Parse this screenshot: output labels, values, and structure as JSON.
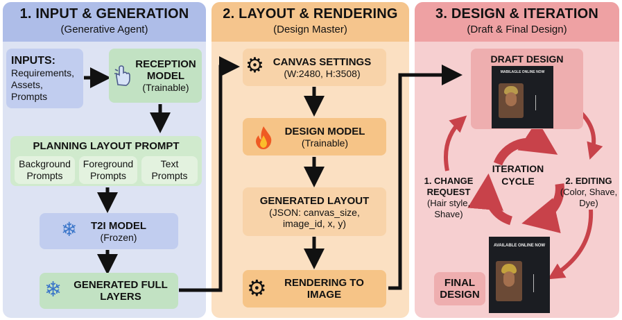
{
  "colors": {
    "panel1_bg": "#dde3f3",
    "panel1_header": "#aebde8",
    "panel2_bg": "#fbe0c2",
    "panel2_header": "#f5c58d",
    "panel3_bg": "#f6cfd0",
    "panel3_header": "#eea1a3",
    "cycle_arrow": "#c8424a"
  },
  "panel1": {
    "title": "1. INPUT & GENERATION",
    "subtitle": "(Generative Agent)",
    "inputs": {
      "title": "INPUTS:",
      "line1": "Requirements,",
      "line2": "Assets,",
      "line3": "Prompts"
    },
    "reception": {
      "title1": "RECEPTION",
      "title2": "MODEL",
      "note": "(Trainable)",
      "icon": "hand-pointer-icon"
    },
    "planning": {
      "title": "PLANNING LAYOUT PROMPT",
      "items": [
        {
          "line1": "Background",
          "line2": "Prompts"
        },
        {
          "line1": "Foreground",
          "line2": "Prompts"
        },
        {
          "line1": "Text",
          "line2": "Prompts"
        }
      ]
    },
    "t2i": {
      "title": "T2I MODEL",
      "note": "(Frozen)",
      "icon": "snowflake-icon"
    },
    "generated": {
      "line1": "GENERATED FULL",
      "line2": "LAYERS",
      "icon": "snowflake-icon"
    }
  },
  "panel2": {
    "title": "2. LAYOUT & RENDERING",
    "subtitle": "(Design Master)",
    "canvas": {
      "title": "CANVAS SETTINGS",
      "note": "(W:2480, H:3508)",
      "icon": "gear-icon"
    },
    "design_model": {
      "title": "DESIGN MODEL",
      "note": "(Trainable)",
      "icon": "fire-icon"
    },
    "layout": {
      "title": "GENERATED LAYOUT",
      "line1": "(JSON: canvas_size,",
      "line2": "image_id, x, y)"
    },
    "rendering": {
      "line1": "RENDERING TO",
      "line2": "IMAGE",
      "icon": "gear-icon"
    }
  },
  "panel3": {
    "title": "3. DESIGN & ITERATION",
    "subtitle": "(Draft & Final Design)",
    "draft": {
      "title": "DRAFT DESIGN",
      "poster_text": "MABILAGLE ONLINE NOW"
    },
    "cycle": {
      "line1": "ITERATION",
      "line2": "CYCLE"
    },
    "change": {
      "line1": "1. CHANGE",
      "line2": "REQUEST",
      "line3": "(Hair style,",
      "line4": "Shave)"
    },
    "editing": {
      "line1": "2. EDITING",
      "line2": "(Color, Shave,",
      "line3": "Dye)"
    },
    "final": {
      "line1": "FINAL",
      "line2": "DESIGN",
      "poster_text": "AVAILABLE ONLINE NOW"
    }
  }
}
